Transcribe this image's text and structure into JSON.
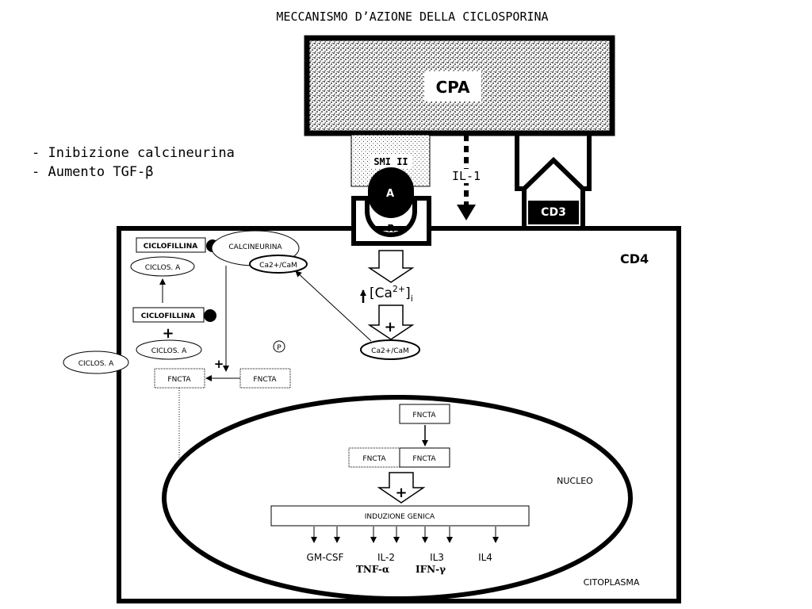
{
  "title": "MECCANISMO D’AZIONE DELLA CICLOSPORINA",
  "notes": [
    "- Inibizione calcineurina",
    "- Aumento TGF-β"
  ],
  "cpa": "CPA",
  "smi": "SMI II",
  "il1": "IL-1",
  "antigen": "A",
  "receptor": "R",
  "cd3": "CD3",
  "cd4": "CD4",
  "ca_main": "[Ca",
  "ca_sup": "2+",
  "ca_close": "]",
  "ca_sub": "i",
  "plus": "+",
  "p_symbol": "P",
  "ciclofillina_bound": "CICLOFILLINA",
  "calcineurina": "CALCINEURINA",
  "ca_cam_complex": "Ca2+/CaM",
  "ciclos_a_top": "CICLOS. A",
  "ciclofillina": "CICLOFILLINA",
  "ciclos_a_mid": "CICLOS. A",
  "ciclos_a_out": "CICLOS. A",
  "fncta_left": "FNCTA",
  "fncta_right": "FNCTA",
  "ca_cam_free": "Ca2+/CaM",
  "fncta_nuc_top": "FNCTA",
  "fncta_nuc_left": "FNCTA",
  "fncta_nuc_right": "FNCTA",
  "nucleo": "NUCLEO",
  "induzione": "INDUZIONE GENICA",
  "genes": [
    "GM-CSF",
    "IL-2",
    "IL3",
    "IL4"
  ],
  "genes_sub": [
    "TNF-α",
    "IFN-γ"
  ],
  "citoplasma": "CITOPLASMA"
}
